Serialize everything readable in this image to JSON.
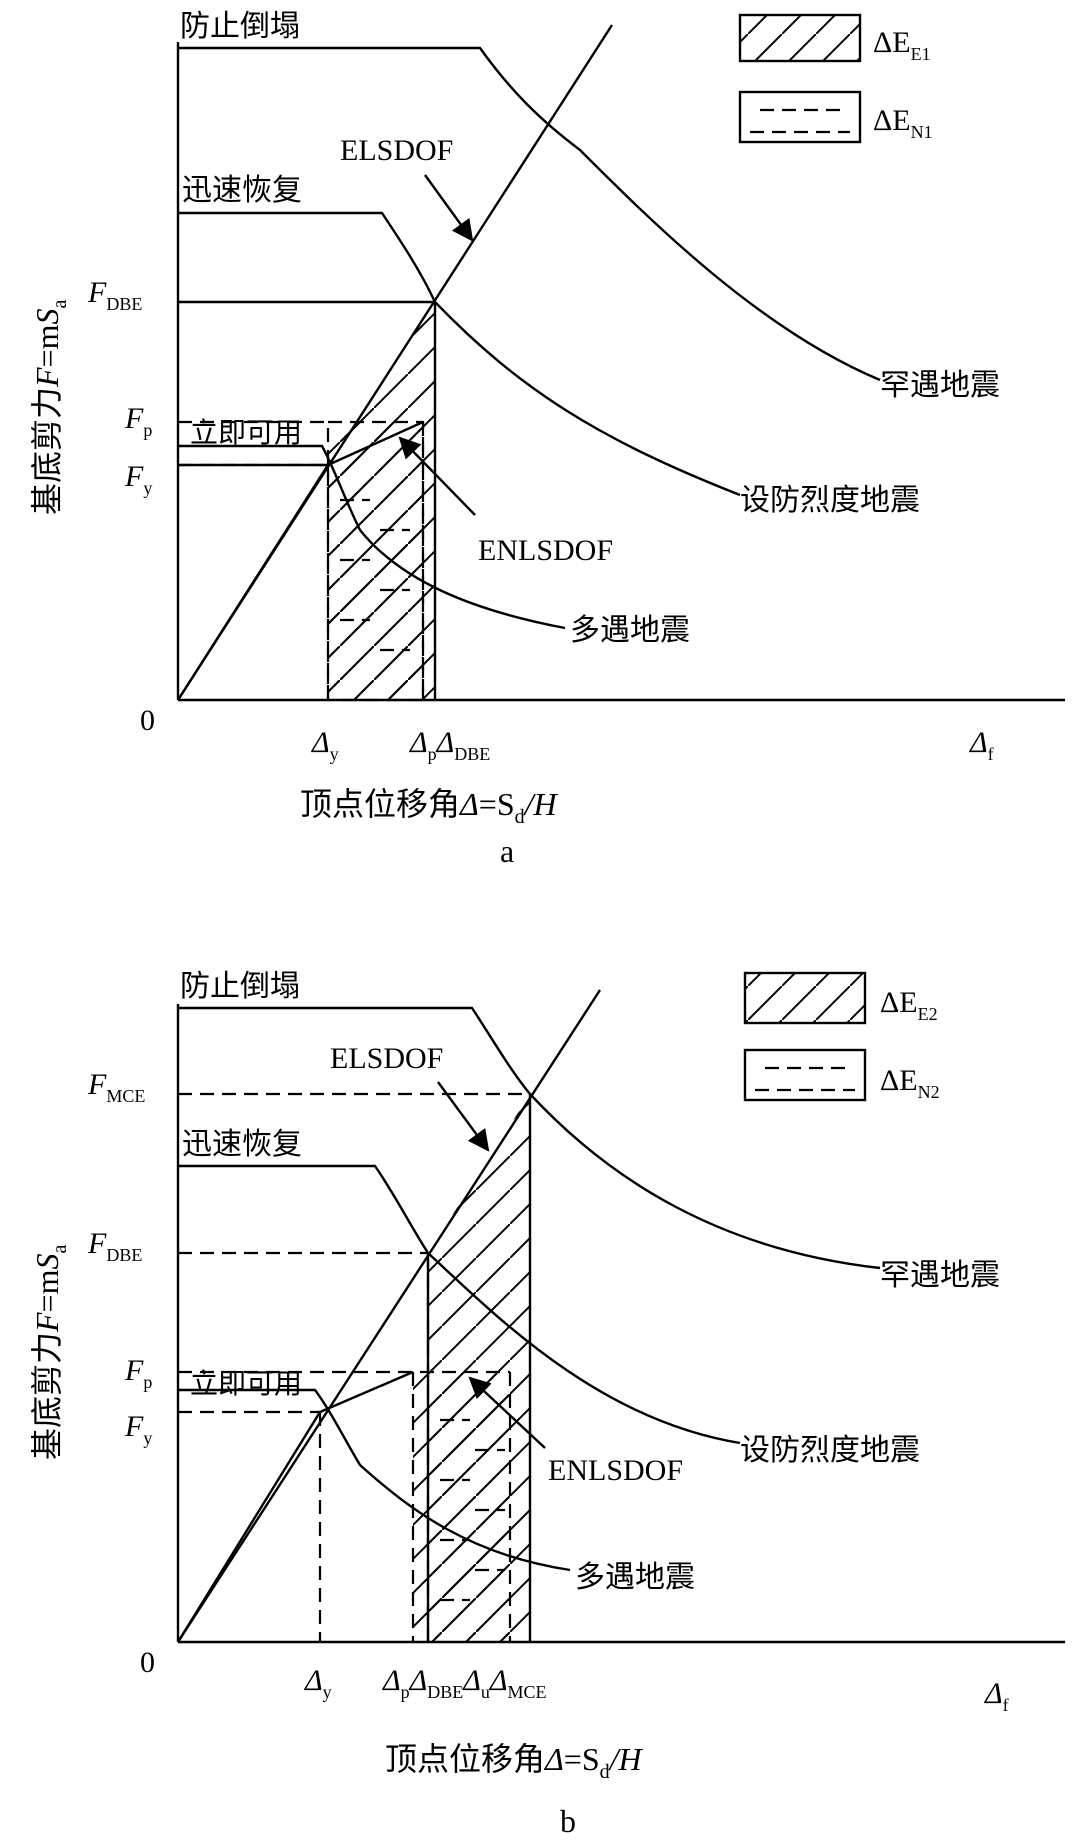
{
  "panels": [
    {
      "label": "a",
      "ylabel_prefix": "基底剪力",
      "ylabel_var": "F",
      "ylabel_eq": "=m",
      "ylabel_sa": "S",
      "ylabel_sa_sub": "a",
      "xlabel_prefix": "顶点位移角",
      "xlabel_var": "Δ",
      "xlabel_eq": "=S",
      "xlabel_sub": "d",
      "xlabel_tail": "/H",
      "origin": "0",
      "level_labels": [
        "防止倒塌",
        "迅速恢复",
        "立即可用"
      ],
      "curve_labels": [
        "罕遇地震",
        "设防烈度地震",
        "多遇地震"
      ],
      "pointers": [
        "ELSDOF",
        "ENLSDOF"
      ],
      "legend": [
        {
          "sym": "ΔE",
          "sub": "E1",
          "pattern": "hatch"
        },
        {
          "sym": "ΔE",
          "sub": "N1",
          "pattern": "dash"
        }
      ],
      "y_ticks": [
        {
          "main": "F",
          "sub": "DBE"
        },
        {
          "main": "F",
          "sub": "p"
        },
        {
          "main": "F",
          "sub": "y"
        }
      ],
      "x_ticks": [
        {
          "main": "Δ",
          "sub": "y"
        },
        {
          "main": "Δ",
          "sub": "p"
        },
        {
          "main": "Δ",
          "sub": "DBE"
        },
        {
          "main": "Δ",
          "sub": "f"
        }
      ]
    },
    {
      "label": "b",
      "ylabel_prefix": "基底剪力",
      "ylabel_var": "F",
      "ylabel_eq": "=m",
      "ylabel_sa": "S",
      "ylabel_sa_sub": "a",
      "xlabel_prefix": "顶点位移角",
      "xlabel_var": "Δ",
      "xlabel_eq": "=S",
      "xlabel_sub": "d",
      "xlabel_tail": "/H",
      "origin": "0",
      "level_labels": [
        "防止倒塌",
        "迅速恢复",
        "立即可用"
      ],
      "curve_labels": [
        "罕遇地震",
        "设防烈度地震",
        "多遇地震"
      ],
      "pointers": [
        "ELSDOF",
        "ENLSDOF"
      ],
      "legend": [
        {
          "sym": "ΔE",
          "sub": "E2",
          "pattern": "hatch"
        },
        {
          "sym": "ΔE",
          "sub": "N2",
          "pattern": "dash"
        }
      ],
      "y_ticks": [
        {
          "main": "F",
          "sub": "MCE"
        },
        {
          "main": "F",
          "sub": "DBE"
        },
        {
          "main": "F",
          "sub": "p"
        },
        {
          "main": "F",
          "sub": "y"
        }
      ],
      "x_ticks": [
        {
          "main": "Δ",
          "sub": "y"
        },
        {
          "main": "Δ",
          "sub": "p"
        },
        {
          "main": "Δ",
          "sub": "DBE"
        },
        {
          "main": "Δ",
          "sub": "u"
        },
        {
          "main": "Δ",
          "sub": "MCE"
        },
        {
          "main": "Δ",
          "sub": "f"
        }
      ]
    }
  ]
}
